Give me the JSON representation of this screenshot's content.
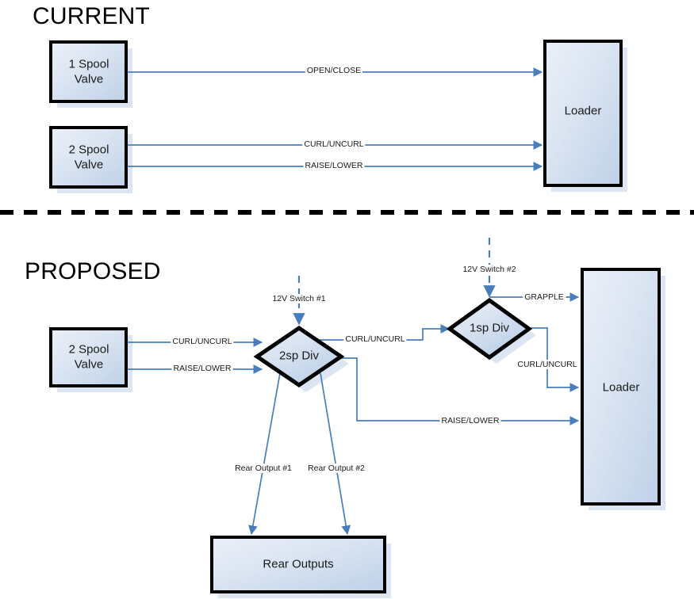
{
  "diagram": {
    "type": "flow-diagram",
    "sections": [
      {
        "id": "current",
        "title": "CURRENT"
      },
      {
        "id": "proposed",
        "title": "PROPOSED"
      }
    ],
    "divider": {
      "style": "dashed",
      "color": "#000000"
    }
  },
  "current": {
    "title": "CURRENT",
    "nodes": [
      {
        "id": "one-spool-valve",
        "shape": "rect",
        "label": "1 Spool\nValve"
      },
      {
        "id": "two-spool-valve",
        "shape": "rect",
        "label": "2 Spool\nValve"
      },
      {
        "id": "loader",
        "shape": "rect",
        "label": "Loader"
      }
    ],
    "edges": [
      {
        "id": "open-close",
        "from": "one-spool-valve",
        "to": "loader",
        "label": "OPEN/CLOSE"
      },
      {
        "id": "curl-uncurl",
        "from": "two-spool-valve",
        "to": "loader",
        "label": "CURL/UNCURL"
      },
      {
        "id": "raise-lower",
        "from": "two-spool-valve",
        "to": "loader",
        "label": "RAISE/LOWER"
      }
    ]
  },
  "proposed": {
    "title": "PROPOSED",
    "nodes": [
      {
        "id": "two-spool-valve",
        "shape": "rect",
        "label": "2 Spool\nValve"
      },
      {
        "id": "two-sp-div",
        "shape": "diamond",
        "label": "2sp Div"
      },
      {
        "id": "one-sp-div",
        "shape": "diamond",
        "label": "1sp Div"
      },
      {
        "id": "loader",
        "shape": "rect",
        "label": "Loader"
      },
      {
        "id": "rear-outputs",
        "shape": "rect",
        "label": "Rear Outputs"
      }
    ],
    "edges": [
      {
        "id": "switch-1",
        "from": "power",
        "to": "two-sp-div",
        "label": "12V Switch #1",
        "style": "dashed"
      },
      {
        "id": "switch-2",
        "from": "power",
        "to": "one-sp-div",
        "label": "12V Switch #2",
        "style": "dashed"
      },
      {
        "id": "valve-curl-uncurl",
        "from": "two-spool-valve",
        "to": "two-sp-div",
        "label": "CURL/UNCURL"
      },
      {
        "id": "valve-raise-lower",
        "from": "two-spool-valve",
        "to": "two-sp-div",
        "label": "RAISE/LOWER"
      },
      {
        "id": "div-curl-uncurl",
        "from": "two-sp-div",
        "to": "one-sp-div",
        "label": "CURL/UNCURL"
      },
      {
        "id": "div-raise-lower",
        "from": "two-sp-div",
        "to": "loader",
        "label": "RAISE/LOWER"
      },
      {
        "id": "grapple",
        "from": "one-sp-div",
        "to": "loader",
        "label": "GRAPPLE"
      },
      {
        "id": "loader-curl-uncurl",
        "from": "one-sp-div",
        "to": "loader",
        "label": "CURL/UNCURL"
      },
      {
        "id": "rear-output-1",
        "from": "two-sp-div",
        "to": "rear-outputs",
        "label": "Rear Output #1"
      },
      {
        "id": "rear-output-2",
        "from": "two-sp-div",
        "to": "rear-outputs",
        "label": "Rear Output #2"
      }
    ]
  },
  "colors": {
    "connector": "#4a7ebb",
    "node_border": "#000000",
    "node_fill_light": "#e6ecf6",
    "node_fill_dark": "#bcd0e8",
    "text": "#1a1a1a",
    "shadow": "#dce5f2"
  }
}
